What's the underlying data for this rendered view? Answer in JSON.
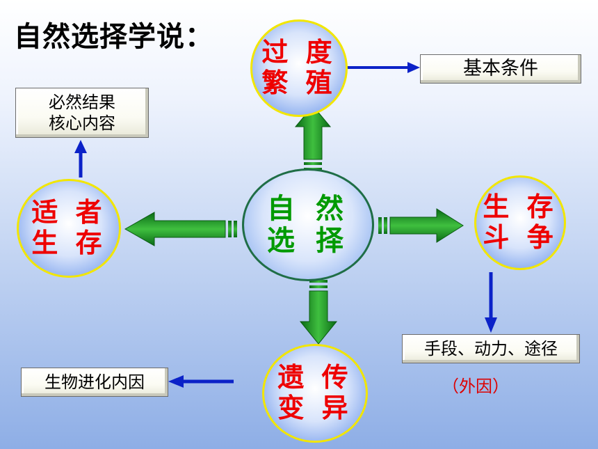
{
  "title": "自然选择学说：",
  "center": {
    "lines": [
      "自 然",
      "选 择"
    ]
  },
  "circles": {
    "top": {
      "lines": [
        "过 度",
        "繁 殖"
      ]
    },
    "left": {
      "lines": [
        "适 者",
        "生 存"
      ]
    },
    "right": {
      "lines": [
        "生 存",
        "斗 争"
      ]
    },
    "bottom": {
      "lines": [
        "遗 传",
        "变 异"
      ]
    }
  },
  "boxes": {
    "basic_condition": {
      "lines": [
        "基本条件"
      ]
    },
    "inevitable_result": {
      "lines": [
        "必然结果",
        "核心内容"
      ]
    },
    "means": {
      "lines": [
        "手段、动力、途径"
      ]
    },
    "internal_cause": {
      "lines": [
        "生物进化内因"
      ]
    }
  },
  "external_cause": "（外因）",
  "colors": {
    "green_arrow": "#0d8a1e",
    "blue_arrow": "#0b22c8",
    "circle_border_yellow": "#f2e600",
    "circle_border_green": "#1f6e46",
    "circle_text_red": "#ee0000",
    "center_text_green": "#009a00",
    "note_red": "#dd0000"
  }
}
